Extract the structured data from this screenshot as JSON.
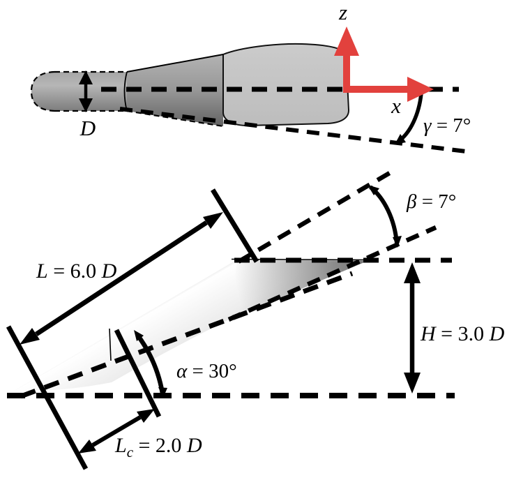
{
  "figure": {
    "description": "projectile cone-cylinder geometry diagram, top view and inclined side view",
    "colors": {
      "background": "#ffffff",
      "ink": "#000000",
      "axis_red": "#e2413d",
      "body_light": "#c6c6c6",
      "body_dark": "#6e6e6e"
    },
    "top_view": {
      "z_axis_label": "z",
      "x_axis_label": "x",
      "diameter_label": "D",
      "boattail_angle": {
        "symbol": "γ",
        "rest": " = 7°"
      }
    },
    "side_view": {
      "body_length": {
        "symbol": "L",
        "rest": " = 6.0 ",
        "unit": "D"
      },
      "cone_length": {
        "symbol": "L",
        "sub": "c",
        "rest": " = 2.0 ",
        "unit": "D"
      },
      "height": {
        "symbol": "H",
        "rest": " = 3.0 ",
        "unit": "D"
      },
      "angle_of_attack": {
        "symbol": "α",
        "rest": " = 30°"
      },
      "base_angle": {
        "symbol": "β",
        "rest": " = 7°"
      }
    }
  }
}
